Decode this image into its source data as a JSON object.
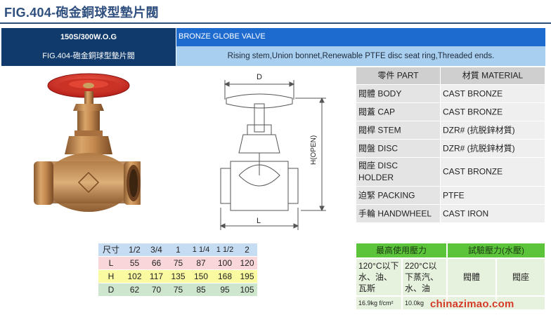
{
  "page": {
    "title": "FIG.404-砲金銅球型墊片閥",
    "watermark": "chinazimao.com"
  },
  "header": {
    "rating": "150S/300W.O.G",
    "figure": "FIG.404-砲金銅球型墊片閥",
    "product": "BRONZE GLOBE VALVE",
    "features": "Rising stem,Union bonnet,Renewable PTFE disc seat ring,Threaded ends."
  },
  "drawing": {
    "dim_d": "D",
    "dim_h": "H(OPEN)",
    "dim_l": "L"
  },
  "materials": {
    "head": {
      "part": "零件 PART",
      "material": "材質 MATERIAL"
    },
    "rows": [
      {
        "part": "閥體 BODY",
        "material": "CAST BRONZE"
      },
      {
        "part": "閥蓋 CAP",
        "material": "CAST BRONZE"
      },
      {
        "part": "閥桿 STEM",
        "material": "DZR# (抗脱鋅材質)"
      },
      {
        "part": "閥盤 DISC",
        "material": "DZR# (抗脱鋅材質)"
      },
      {
        "part": "閥座 DISC HOLDER",
        "material": "CAST BRONZE"
      },
      {
        "part": "迫緊 PACKING",
        "material": "PTFE"
      },
      {
        "part": "手輪 HANDWHEEL",
        "material": "CAST IRON"
      }
    ]
  },
  "sizes": {
    "label": "尺寸",
    "columns": [
      "1/2",
      "3/4",
      "1",
      "1 1/4",
      "1 1/2",
      "2"
    ],
    "rows": [
      {
        "name": "L",
        "values": [
          "55",
          "66",
          "75",
          "87",
          "100",
          "120"
        ]
      },
      {
        "name": "H",
        "values": [
          "102",
          "117",
          "135",
          "150",
          "168",
          "195"
        ]
      },
      {
        "name": "D",
        "values": [
          "62",
          "70",
          "75",
          "85",
          "95",
          "105"
        ]
      }
    ],
    "colors": {
      "header": "#c6dcf3",
      "L": "#f8d6d9",
      "H": "#fafaa0",
      "D": "#cde6cd"
    }
  },
  "pressure": {
    "max_label": "最高使用壓力",
    "test_label": "試驗壓力(水壓)",
    "cond1": "120°C以下水、油、瓦斯",
    "cond2": "220°C以下蒸汽、水、油",
    "body": "閥體",
    "seat": "閥座",
    "value1": "16.9kg f/cm²",
    "value2": "10.0kg"
  }
}
